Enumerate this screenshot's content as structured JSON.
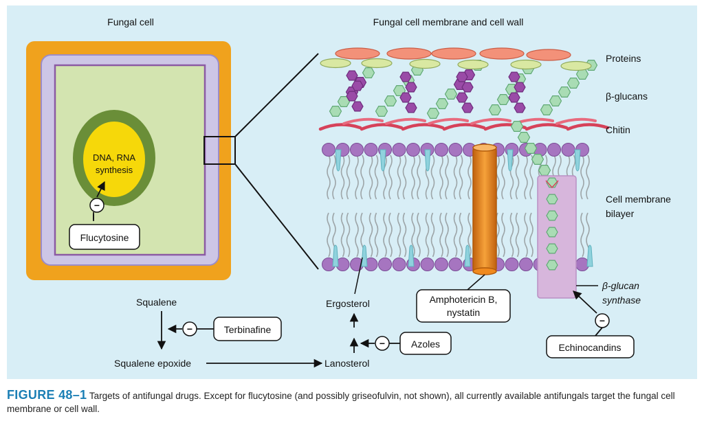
{
  "titles": {
    "fungal_cell": "Fungal cell",
    "membrane_wall": "Fungal cell membrane and cell wall"
  },
  "nucleus": {
    "line1": "DNA, RNA",
    "line2": "synthesis"
  },
  "drugs": {
    "flucytosine": "Flucytosine",
    "terbinafine": "Terbinafine",
    "azoles": "Azoles",
    "amphotericin_line1": "Amphotericin B,",
    "amphotericin_line2": "nystatin",
    "echinocandins": "Echinocandins"
  },
  "pathway": {
    "squalene": "Squalene",
    "squalene_epoxide": "Squalene epoxide",
    "lanosterol": "Lanosterol",
    "ergosterol": "Ergosterol"
  },
  "wall_labels": {
    "proteins": "Proteins",
    "beta_glucans": "β-glucans",
    "chitin": "Chitin",
    "membrane_line1": "Cell membrane",
    "membrane_line2": "bilayer",
    "synthase_line1": "β-glucan",
    "synthase_line2": "synthase"
  },
  "inhibit_symbol": "−",
  "caption": {
    "label": "FIGURE 48–1",
    "text": "Targets of antifungal drugs. Except for flucytosine (and possibly griseofulvin, not shown), all currently available antifungals target the fungal cell membrane or cell wall."
  },
  "colors": {
    "panel": "#d8eef6",
    "cell_wall": "#f0a21d",
    "cytoplasm": "#d3e4b0",
    "nucleus_ring": "#6a8e38",
    "nucleus": "#f6d80a",
    "protein_red": "#f39179",
    "protein_green": "#d9e8a2",
    "glucan_green": "#a9dcb4",
    "glucan_purple": "#9a4ba7",
    "chitin": "#d6425a",
    "lipid_head": "#a675c0",
    "ergosterol": "#8fd2dd",
    "amphotericin": "#f08a1e",
    "synthase": "#d7b6dc",
    "caption_label": "#1b7fb5"
  }
}
